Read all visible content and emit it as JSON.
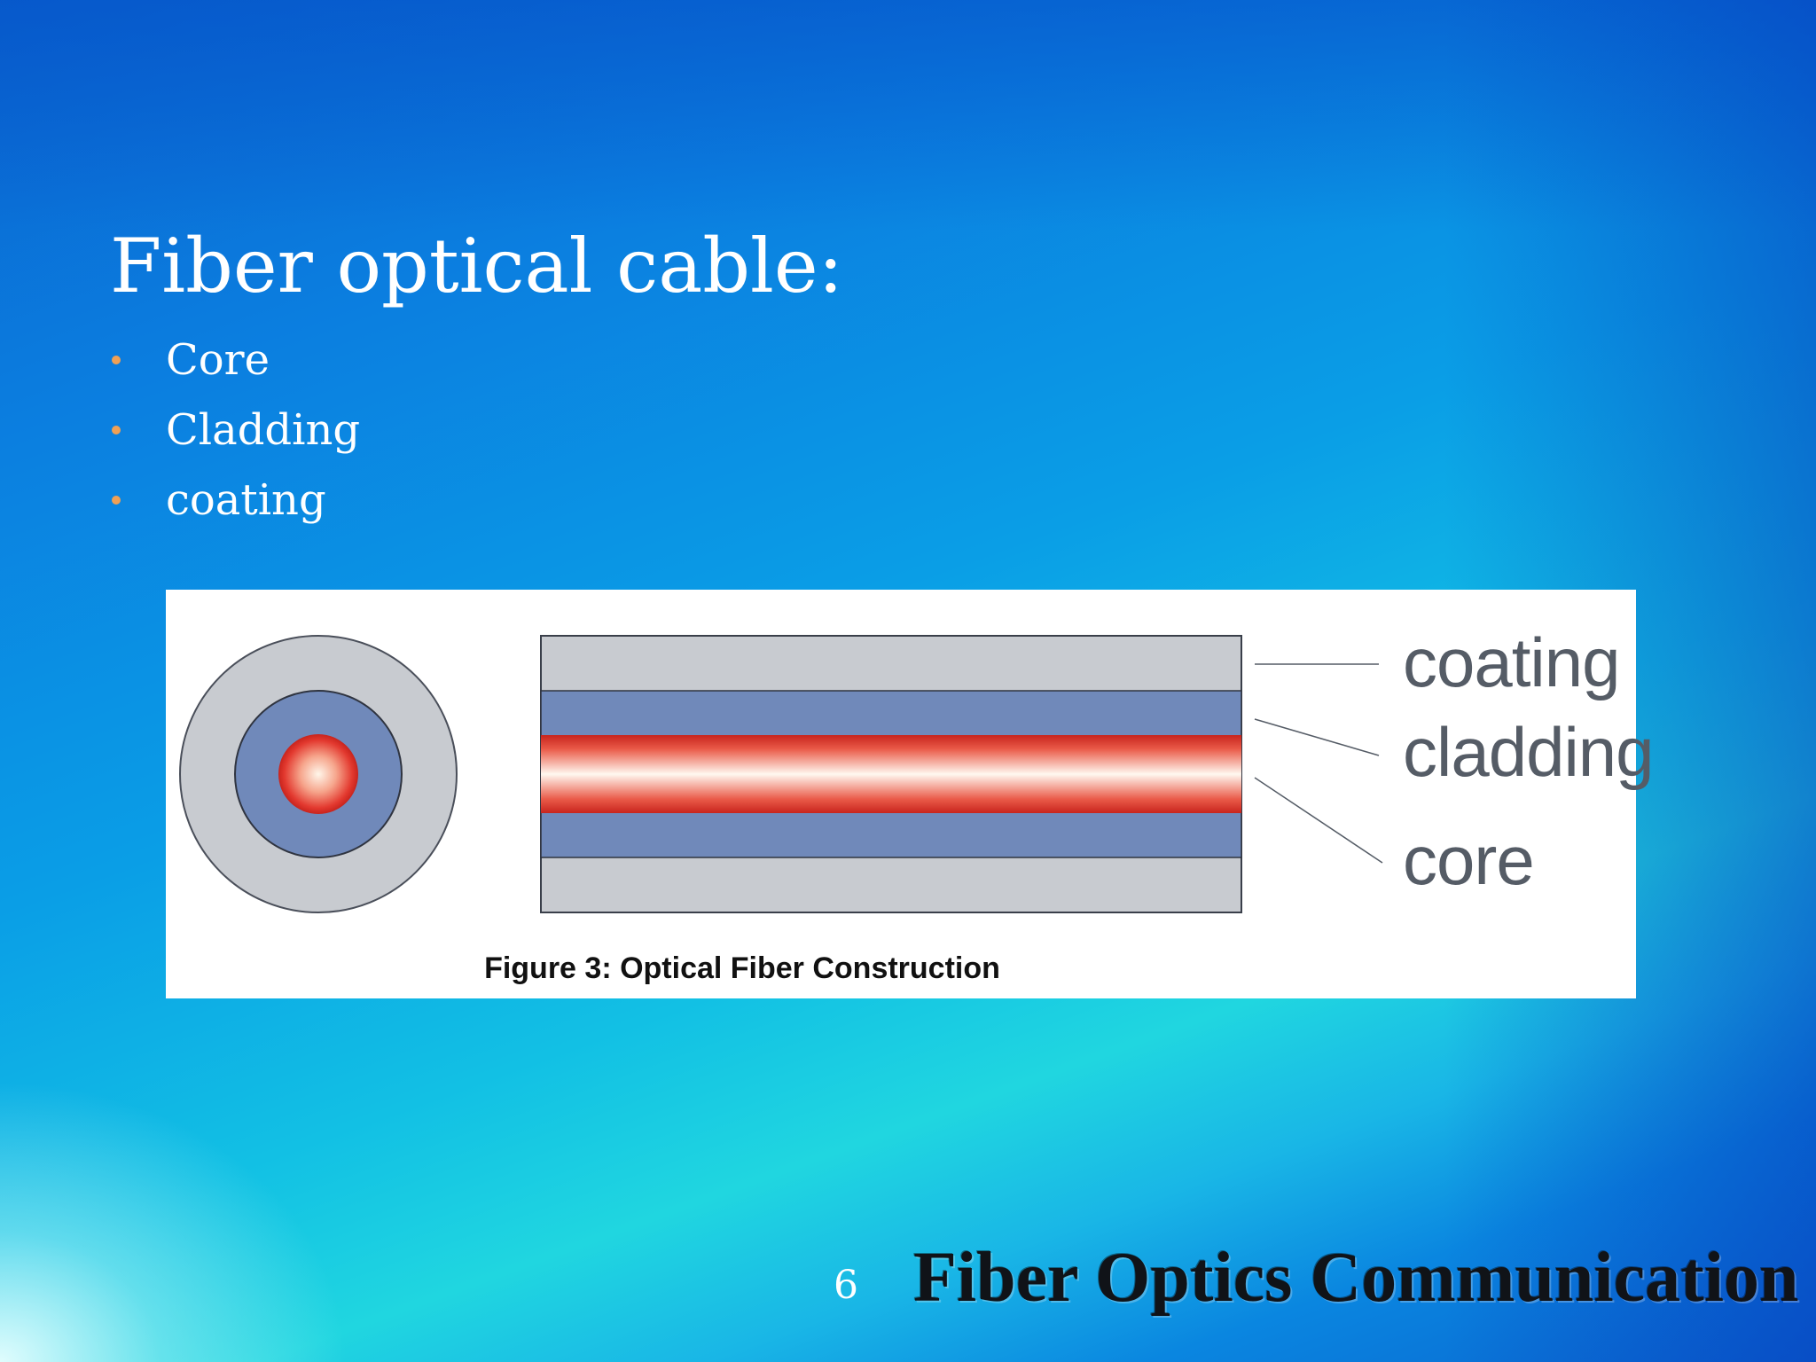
{
  "slide": {
    "title": "Fiber optical cable:",
    "bullets": [
      "Core",
      "Cladding",
      "coating"
    ],
    "page_number": "6",
    "footer": "Fiber Optics Communication"
  },
  "figure": {
    "caption": "Figure 3: Optical Fiber Construction",
    "labels": {
      "coating": "coating",
      "cladding": "cladding",
      "core": "core"
    },
    "colors": {
      "coating": "#c8cbd0",
      "cladding": "#7089ba",
      "core": "#e8433a",
      "outline": "#3a3f4a"
    }
  },
  "colors": {
    "bullet": "#f0a055",
    "title_text": "#ffffff"
  }
}
